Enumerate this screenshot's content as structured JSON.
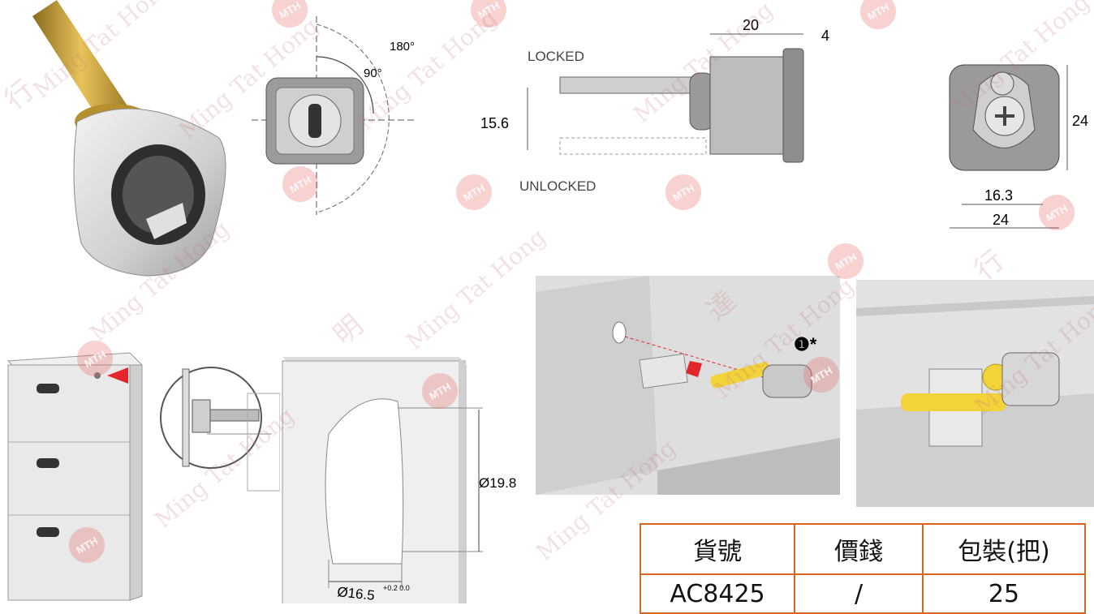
{
  "dims": {
    "angle_180": "180°",
    "angle_90": "90°",
    "locked": "LOCKED",
    "unlocked": "UNLOCKED",
    "len_20": "20",
    "len_4": "4",
    "len_15_6": "15.6",
    "side_24": "24",
    "width_16_3": "16.3",
    "width_24": "24",
    "cutout_h": "Ø19.8",
    "cutout_w": "Ø16.5",
    "cutout_w_tol": "+0.2\n0.0",
    "step_marker": "❶*"
  },
  "watermark": {
    "chars": [
      "明",
      "達",
      "行"
    ],
    "latin": "Ming Tat Hong",
    "logo": "MTH"
  },
  "table": {
    "headers": [
      "貨號",
      "價錢",
      "包裝(把)"
    ],
    "row": [
      "AC8425",
      "/",
      "25"
    ]
  },
  "colors": {
    "table_border": "#d9661f",
    "arrow_red": "#e3262b",
    "key_yellow": "#f2d33a",
    "brass": "#c9a23a"
  }
}
